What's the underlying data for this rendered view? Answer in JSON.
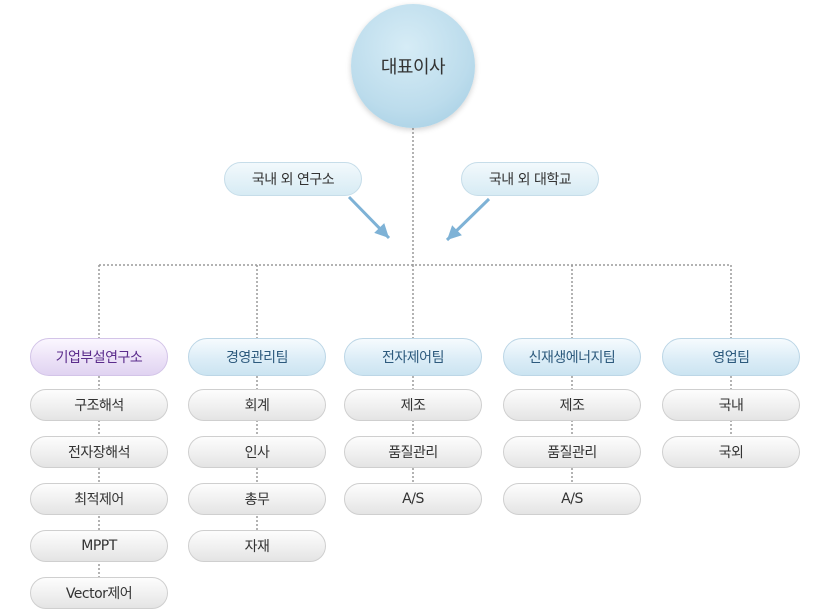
{
  "ceo": "대표이사",
  "partners": {
    "left": "국내 외 연구소",
    "right": "국내 외 대학교"
  },
  "colors": {
    "line": "#9a9a9a",
    "arrow": "#7eb2d6",
    "ceo_fill": "#bcdcec",
    "dept_text": "#2d5a7d",
    "lab_text": "#5b2c8c"
  },
  "departments": [
    {
      "name": "기업부설연구소",
      "items": [
        "구조해석",
        "전자장해석",
        "최적제어",
        "MPPT",
        "Vector제어"
      ]
    },
    {
      "name": "경영관리팀",
      "items": [
        "회계",
        "인사",
        "총무",
        "자재"
      ]
    },
    {
      "name": "전자제어팀",
      "items": [
        "제조",
        "품질관리",
        "A/S"
      ]
    },
    {
      "name": "신재생에너지팀",
      "items": [
        "제조",
        "품질관리",
        "A/S"
      ]
    },
    {
      "name": "영업팀",
      "items": [
        "국내",
        "국외"
      ]
    }
  ]
}
